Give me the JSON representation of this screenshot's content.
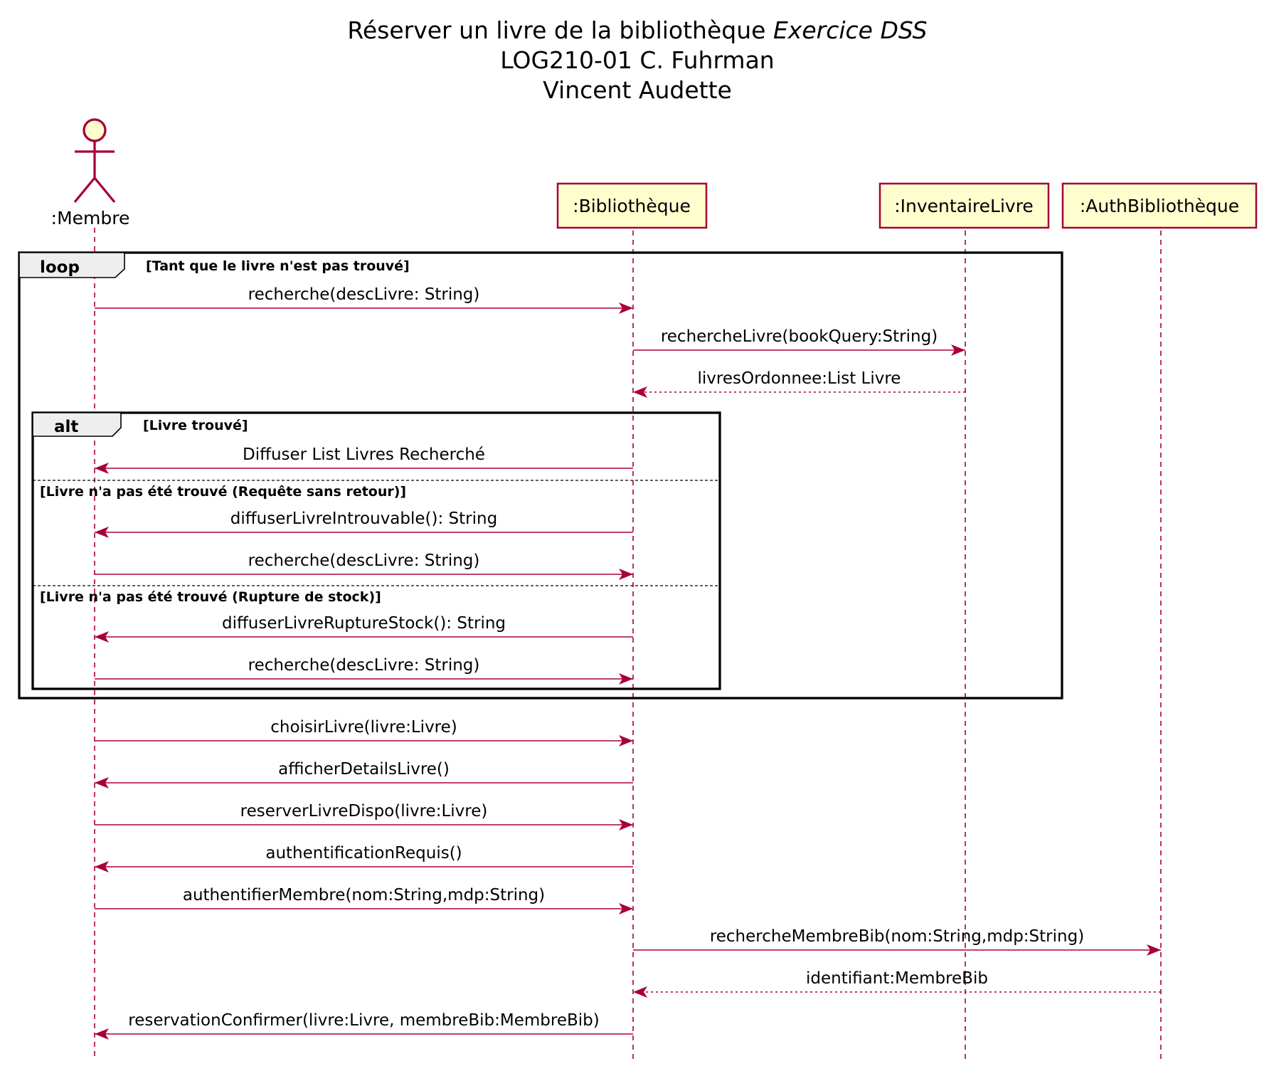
{
  "title": {
    "line1_main": "Réserver un livre de la bibliothèque",
    "line1_italic": "Exercice DSS",
    "line2": "LOG210-01 C. Fuhrman",
    "line3": "Vincent Audette"
  },
  "participants": [
    {
      "id": "membre",
      "label": ":Membre",
      "kind": "actor"
    },
    {
      "id": "bib",
      "label": ":Bibliothèque",
      "kind": "participant"
    },
    {
      "id": "inv",
      "label": ":InventaireLivre",
      "kind": "participant"
    },
    {
      "id": "auth",
      "label": ":AuthBibliothèque",
      "kind": "participant"
    }
  ],
  "fragments": {
    "loop": {
      "keyword": "loop",
      "guard": "[Tant que le livre n'est pas trouvé]"
    },
    "alt": {
      "keyword": "alt",
      "guard": "[Livre trouvé]",
      "else_guards": [
        "[Livre n'a pas été trouvé (Requête sans retour)]",
        "[Livre n'a pas été trouvé (Rupture de stock)]"
      ]
    }
  },
  "messages": [
    {
      "from": "membre",
      "to": "bib",
      "label": "recherche(descLivre: String)",
      "style": "sync"
    },
    {
      "from": "bib",
      "to": "inv",
      "label": "rechercheLivre(bookQuery:String)",
      "style": "sync"
    },
    {
      "from": "inv",
      "to": "bib",
      "label": "livresOrdonnee:List Livre",
      "style": "return"
    },
    {
      "from": "bib",
      "to": "membre",
      "label": "Diffuser List Livres Recherché",
      "style": "sync"
    },
    {
      "from": "bib",
      "to": "membre",
      "label": "diffuserLivreIntrouvable(): String",
      "style": "sync"
    },
    {
      "from": "membre",
      "to": "bib",
      "label": "recherche(descLivre: String)",
      "style": "sync"
    },
    {
      "from": "bib",
      "to": "membre",
      "label": "diffuserLivreRuptureStock(): String",
      "style": "sync"
    },
    {
      "from": "membre",
      "to": "bib",
      "label": "recherche(descLivre: String)",
      "style": "sync"
    },
    {
      "from": "membre",
      "to": "bib",
      "label": "choisirLivre(livre:Livre)",
      "style": "sync"
    },
    {
      "from": "bib",
      "to": "membre",
      "label": "afficherDetailsLivre()",
      "style": "sync"
    },
    {
      "from": "membre",
      "to": "bib",
      "label": "reserverLivreDispo(livre:Livre)",
      "style": "sync"
    },
    {
      "from": "bib",
      "to": "membre",
      "label": "authentificationRequis()",
      "style": "sync"
    },
    {
      "from": "membre",
      "to": "bib",
      "label": "authentifierMembre(nom:String,mdp:String)",
      "style": "sync"
    },
    {
      "from": "bib",
      "to": "auth",
      "label": "rechercheMembreBib(nom:String,mdp:String)",
      "style": "sync"
    },
    {
      "from": "auth",
      "to": "bib",
      "label": "identifiant:MembreBib",
      "style": "return"
    },
    {
      "from": "bib",
      "to": "membre",
      "label": "reservationConfirmer(livre:Livre, membreBib:MembreBib)",
      "style": "sync"
    }
  ],
  "colors": {
    "line": "#A80036",
    "participant_fill": "#FEFECE",
    "frame_tab": "#EEEEEE"
  }
}
